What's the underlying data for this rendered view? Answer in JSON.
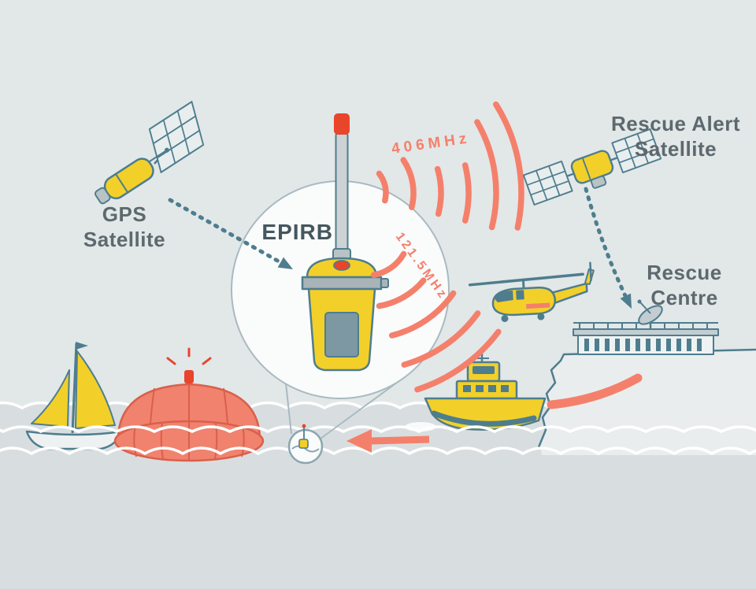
{
  "diagram": {
    "labels": {
      "gps_satellite": {
        "line1": "GPS",
        "line2": "Satellite"
      },
      "rescue_alert_satellite": {
        "line1": "Rescue Alert",
        "line2": "Satellite"
      },
      "epirb": "EPIRB",
      "rescue_centre": {
        "line1": "Rescue",
        "line2": "Centre"
      },
      "frequency_406": "406MHz",
      "frequency_121": "121.5MHz"
    },
    "colors": {
      "sky": "#e2e7e8",
      "sea": "#d8dee0",
      "wave_line": "#ffffff",
      "yellow": "#f2d029",
      "salmon": "#f4806b",
      "red": "#e8452b",
      "raft": "#f0826e",
      "raft_line": "#d9604a",
      "teal_outline": "#4e7d8e",
      "label_text": "#5d696e",
      "epirb_text": "#44565e",
      "gray": "#b9c2c5"
    }
  }
}
